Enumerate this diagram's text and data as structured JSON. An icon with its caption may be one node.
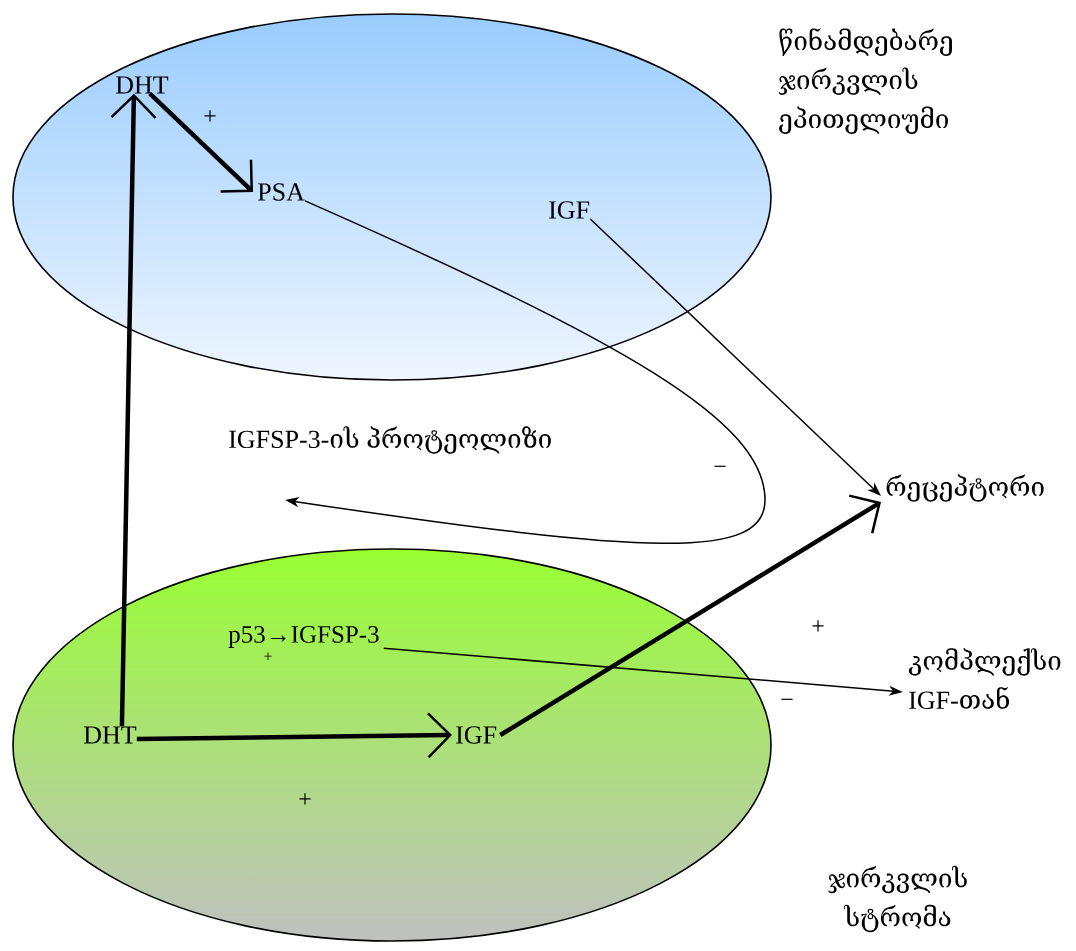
{
  "diagram": {
    "nodes": [
      {
        "text": [
          "წინამდებარე ჯირკვლის ეპითელიუმი"
        ]
      },
      {
        "text": [
          "DHT"
        ],
        "in": 0
      },
      {
        "text": [
          "PSA"
        ],
        "in": 0
      },
      {
        "text": [
          "IGF"
        ],
        "in": 0
      },
      {
        "text": [
          "ჯირკვლის სტრომა"
        ]
      },
      {
        "text": [
          "p53→IGFSP-3"
        ],
        "in": 4
      },
      {
        "text": [
          "DHT"
        ],
        "in": 4
      },
      {
        "text": [
          "IGF"
        ],
        "in": 4
      },
      {
        "text": [
          "IGFSP-3-ის პროტეოლიზი"
        ]
      },
      {
        "text": [
          "რეცეპტორი"
        ]
      },
      {
        "text": [
          "კომპლექსი IGF-თან"
        ]
      }
    ],
    "edges": [
      {
        "from": 1,
        "to": 2,
        "arrow": "to",
        "label": "+"
      },
      {
        "from": 6,
        "to": 1,
        "arrow": "to"
      },
      {
        "from": 6,
        "to": 7,
        "arrow": "to",
        "label": "+"
      },
      {
        "from": 7,
        "to": 9,
        "arrow": "to",
        "label": "+"
      },
      {
        "from": 2,
        "to": 8,
        "arrow": "to",
        "label": "−"
      },
      {
        "from": 3,
        "to": 9,
        "arrow": "to"
      },
      {
        "from": 5,
        "to": 10,
        "arrow": "to",
        "label": "−"
      }
    ],
    "labels": [
      "+"
    ]
  }
}
